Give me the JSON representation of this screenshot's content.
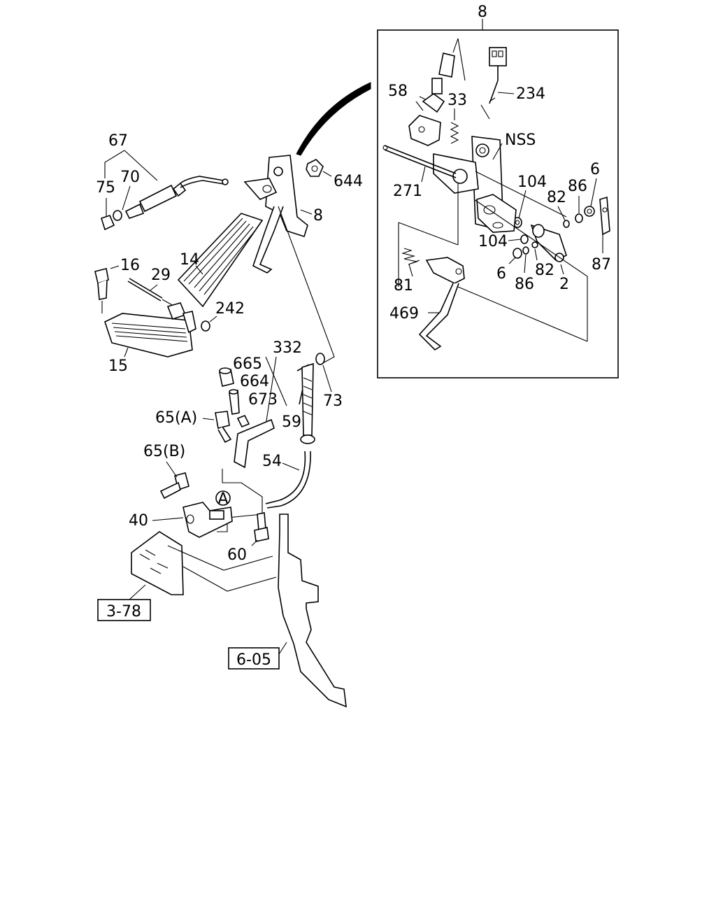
{
  "callouts": {
    "c8_top": "8",
    "c58": "58",
    "c33": "33",
    "c234": "234",
    "cNSS": "NSS",
    "c271": "271",
    "c104a": "104",
    "c82a": "82",
    "c86a": "86",
    "c6a": "6",
    "c104b": "104",
    "c6b": "6",
    "c86b": "86",
    "c82b": "82",
    "c2": "2",
    "c87": "87",
    "c81": "81",
    "c469": "469",
    "c67": "67",
    "c70": "70",
    "c75": "75",
    "c644": "644",
    "c8_mid": "8",
    "c16": "16",
    "c29": "29",
    "c14": "14",
    "c242": "242",
    "c15": "15",
    "c332": "332",
    "c665": "665",
    "c664": "664",
    "c673": "673",
    "c65a": "65(A)",
    "c59": "59",
    "c73": "73",
    "c65b": "65(B)",
    "c54": "54",
    "cA": "A",
    "c40": "40",
    "c60": "60"
  },
  "references": {
    "ref_378": "3-78",
    "ref_605": "6-05"
  }
}
